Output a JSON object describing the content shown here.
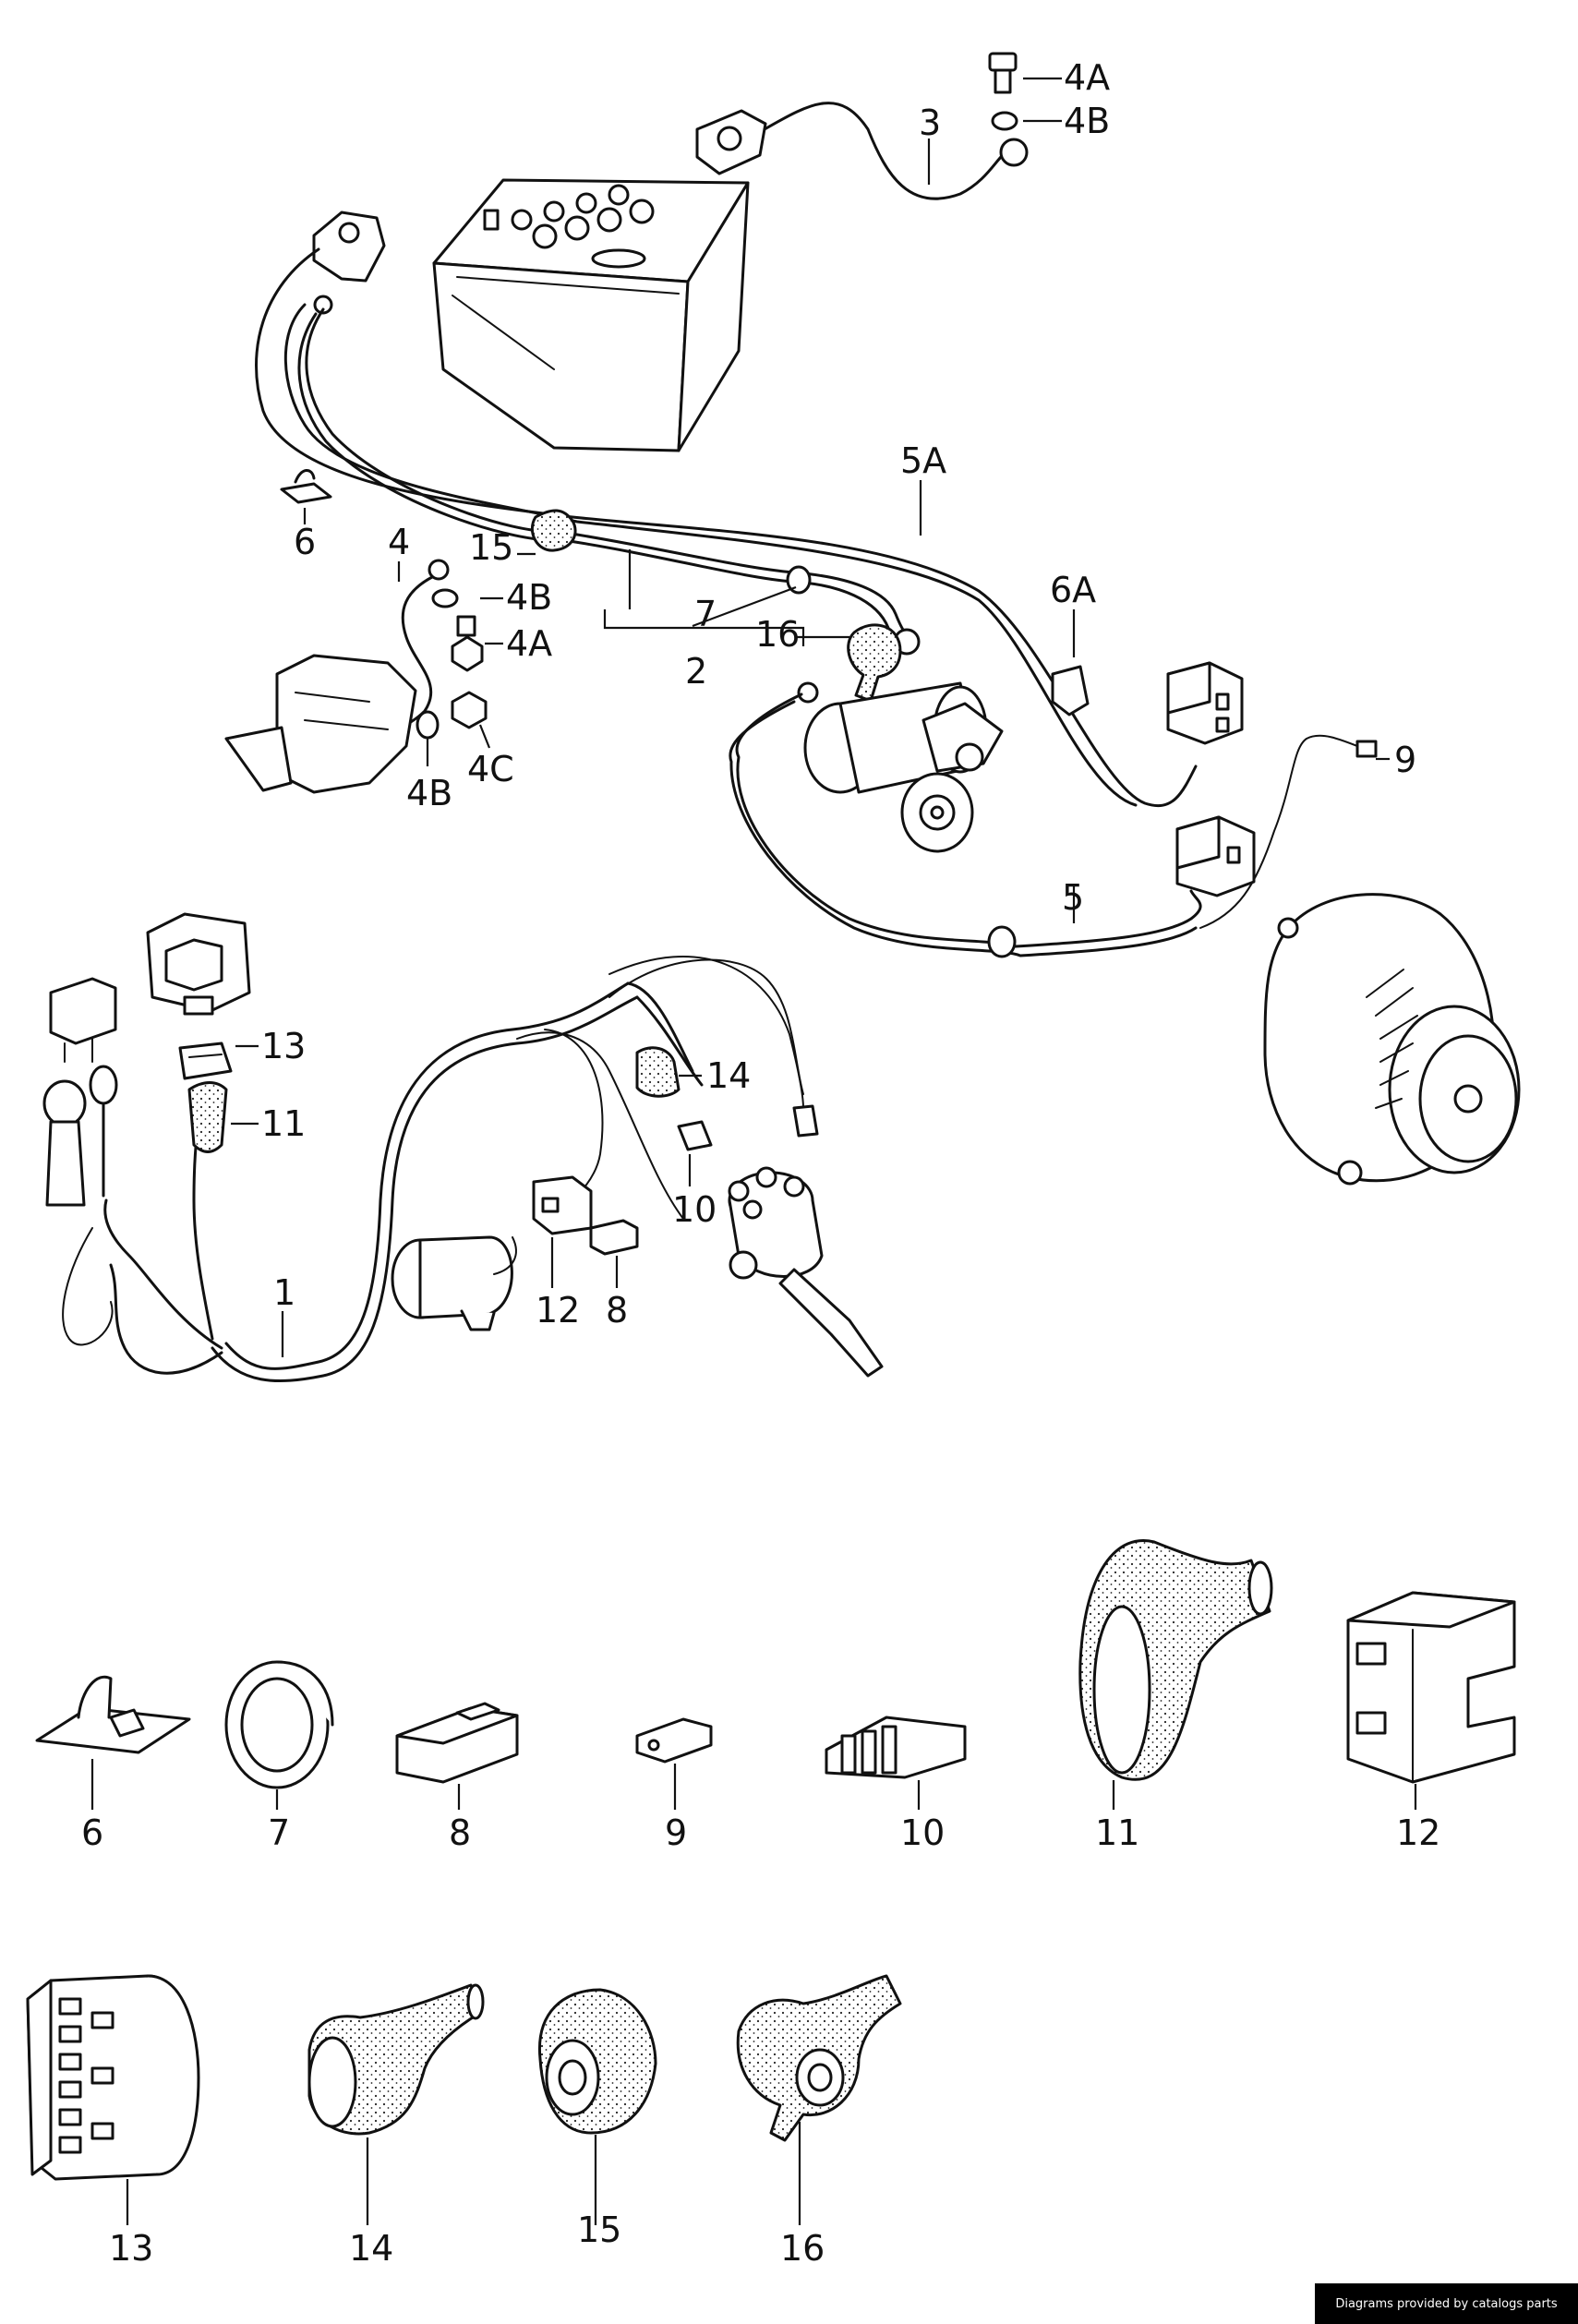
{
  "diagram": {
    "callouts": {
      "c1": "1",
      "c2": "2",
      "c3": "3",
      "c4": "4",
      "c4A_top": "4A",
      "c4B_top": "4B",
      "c4B_mid": "4B",
      "c4A_mid": "4A",
      "c4B_low": "4B",
      "c4C": "4C",
      "c5": "5",
      "c5A": "5A",
      "c6_top": "6",
      "c6A": "6A",
      "c7_top": "7",
      "c8_top": "8",
      "c9_top": "9",
      "c10_top": "10",
      "c11_top": "11",
      "c12_top": "12",
      "c13_top": "13",
      "c14_top": "14",
      "c15_top": "15",
      "c16_top": "16",
      "d6": "6",
      "d7": "7",
      "d8": "8",
      "d9": "9",
      "d10": "10",
      "d11": "11",
      "d12": "12",
      "d13": "13",
      "d14": "14",
      "d15": "15",
      "d16": "16"
    }
  },
  "footer": {
    "credit": "Diagrams provided by catalogs parts"
  }
}
